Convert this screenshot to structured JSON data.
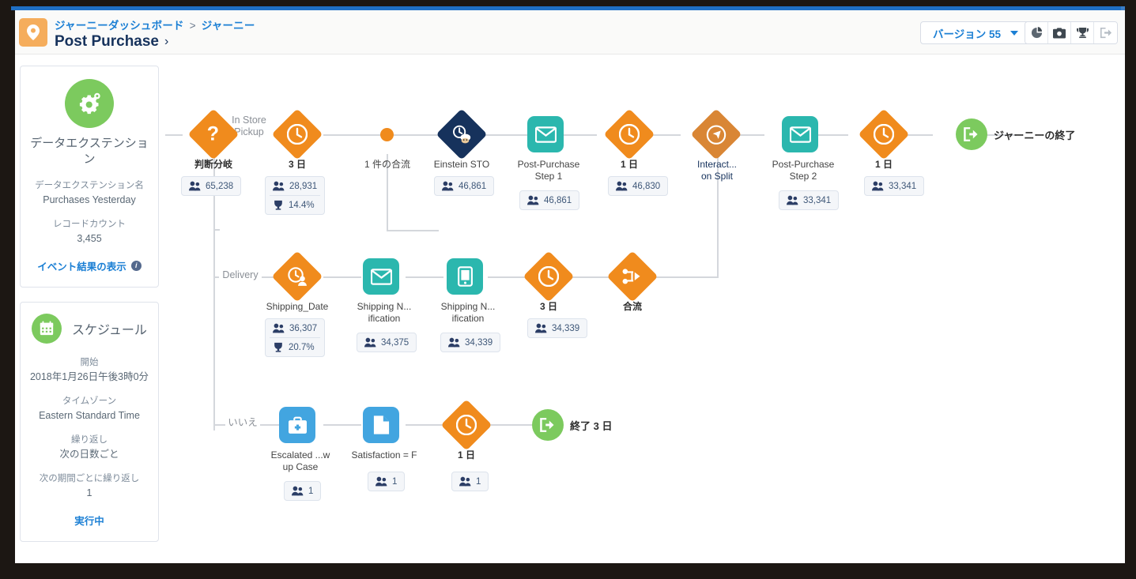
{
  "header": {
    "pin_icon": "location-pin-icon",
    "breadcrumb_dashboard": "ジャーニーダッシュボード",
    "breadcrumb_sep": ">",
    "breadcrumb_journey": "ジャーニー",
    "title": "Post Purchase",
    "title_chevron": "›",
    "version_label": "バージョン 55",
    "icons": [
      "chart-pie-icon",
      "camera-icon",
      "trophy-icon",
      "exit-icon"
    ]
  },
  "rail": {
    "entry_card": {
      "icon": "gear-icon",
      "title": "データエクステンション",
      "field1_label": "データエクステンション名",
      "field1_value": "Purchases Yesterday",
      "field2_label": "レコードカウント",
      "field2_value": "3,455",
      "link": "イベント結果の表示",
      "badge": "i"
    },
    "schedule_card": {
      "icon": "calendar-icon",
      "title": "スケジュール",
      "field1_label": "開始",
      "field1_value": "2018年1月26日午後3時0分",
      "field2_label": "タイムゾーン",
      "field2_value": "Eastern Standard Time",
      "field3_label": "繰り返し",
      "field3_value": "次の日数ごと",
      "field4_label": "次の期間ごとに繰り返し",
      "field4_value": "1",
      "status": "実行中"
    }
  },
  "canvas": {
    "branch_labels": {
      "top": "In Store\nPickup",
      "middle": "Delivery",
      "bottom": "いいえ"
    },
    "row1": [
      {
        "name": "判断分岐",
        "icon": "question-icon",
        "shape": "diamond",
        "stats": [
          {
            "icon": "people-icon",
            "value": "65,238"
          }
        ]
      },
      {
        "name": "3 日",
        "icon": "clock-icon",
        "shape": "diamond",
        "stats": [
          {
            "icon": "people-icon",
            "value": "28,931"
          },
          {
            "icon": "trophy-icon",
            "value": "14.4%"
          }
        ]
      },
      {
        "name": "1 件の合流",
        "icon": "merge-dot-icon",
        "shape": "dot",
        "stats": []
      },
      {
        "name": "Einstein STO",
        "icon": "einstein-clock-icon",
        "shape": "diamond-dark",
        "stats": [
          {
            "icon": "people-icon",
            "value": "46,861"
          }
        ]
      },
      {
        "name": "Post-Purchase\nStep 1",
        "icon": "email-icon",
        "shape": "square",
        "stats": [
          {
            "icon": "people-icon",
            "value": "46,861"
          }
        ]
      },
      {
        "name": "1 日",
        "icon": "clock-icon",
        "shape": "diamond",
        "stats": [
          {
            "icon": "people-icon",
            "value": "46,830"
          }
        ]
      },
      {
        "name": "Interact...\non Split",
        "icon": "interaction-split-icon",
        "shape": "diamond-ochre",
        "stats": []
      },
      {
        "name": "Post-Purchase\nStep 2",
        "icon": "email-icon",
        "shape": "square",
        "stats": [
          {
            "icon": "people-icon",
            "value": "33,341"
          }
        ]
      },
      {
        "name": "1 日",
        "icon": "clock-icon",
        "shape": "diamond",
        "stats": [
          {
            "icon": "people-icon",
            "value": "33,341"
          }
        ]
      },
      {
        "name": "ジャーニーの終了",
        "icon": "exit-journey-icon",
        "shape": "end",
        "stats": []
      }
    ],
    "row2": [
      {
        "name": "Shipping_Date",
        "icon": "date-contact-icon",
        "shape": "diamond",
        "stats": [
          {
            "icon": "people-icon",
            "value": "36,307"
          },
          {
            "icon": "trophy-icon",
            "value": "20.7%"
          }
        ]
      },
      {
        "name": "Shipping N...\nification",
        "icon": "email-icon",
        "shape": "square",
        "stats": [
          {
            "icon": "people-icon",
            "value": "34,375"
          }
        ]
      },
      {
        "name": "Shipping N...\nification",
        "icon": "mobile-icon",
        "shape": "square",
        "stats": [
          {
            "icon": "people-icon",
            "value": "34,339"
          }
        ]
      },
      {
        "name": "3 日",
        "icon": "clock-icon",
        "shape": "diamond",
        "stats": [
          {
            "icon": "people-icon",
            "value": "34,339"
          }
        ]
      },
      {
        "name": "合流",
        "icon": "join-icon",
        "shape": "diamond",
        "stats": []
      }
    ],
    "row3": [
      {
        "name": "Escalated ...w\nup Case",
        "icon": "briefcase-icon",
        "shape": "square-blue",
        "stats": [
          {
            "icon": "people-icon",
            "value": "1"
          }
        ]
      },
      {
        "name": "Satisfaction = F",
        "icon": "document-icon",
        "shape": "square-blue",
        "stats": [
          {
            "icon": "people-icon",
            "value": "1"
          }
        ]
      },
      {
        "name": "1 日",
        "icon": "clock-icon",
        "shape": "diamond",
        "stats": [
          {
            "icon": "people-icon",
            "value": "1"
          }
        ]
      },
      {
        "name": "終了 3 日",
        "icon": "exit-journey-icon",
        "shape": "end",
        "stats": []
      }
    ]
  },
  "colors": {
    "orange": "#f08b1d",
    "teal": "#2bb7ae",
    "blue": "#42a5e0",
    "green": "#7cca5e",
    "navy": "#16325c",
    "link": "#1b7fd4"
  }
}
